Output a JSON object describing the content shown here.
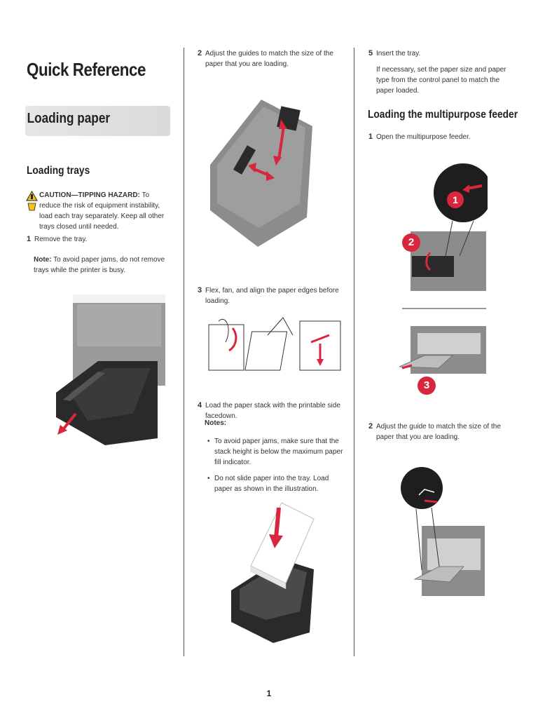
{
  "doc_title": "Quick Reference",
  "section_title": "Loading paper",
  "col1": {
    "heading": "Loading trays",
    "caution_label": "CAUTION—TIPPING HAZARD:",
    "caution_text": " To reduce the risk of equipment instability, load each tray separately. Keep all other trays closed until needed.",
    "step1_num": "1",
    "step1_text": "Remove the tray.",
    "note_label": "Note:",
    "note_text": " To avoid paper jams, do not remove trays while the printer is busy."
  },
  "col2": {
    "step2_num": "2",
    "step2_text": "Adjust the guides to match the size of the paper that you are loading.",
    "step3_num": "3",
    "step3_text": "Flex, fan, and align the paper edges before loading.",
    "step4_num": "4",
    "step4_text": "Load the paper stack with the printable side facedown.",
    "notes_label": "Notes:",
    "bullets": [
      "To avoid paper jams, make sure that the stack height is below the maximum paper fill indicator.",
      "Do not slide paper into the tray. Load paper as shown in the illustration."
    ]
  },
  "col3": {
    "step5_num": "5",
    "step5_text": "Insert the tray.",
    "step5_sub": "If necessary, set the paper size and paper type from the control panel to match the paper loaded.",
    "heading": "Loading the multipurpose feeder",
    "step1_num": "1",
    "step1_text": "Open the multipurpose feeder.",
    "callout_1": "1",
    "callout_2": "2",
    "callout_3": "3",
    "step2_num": "2",
    "step2_text": "Adjust the guide to match the size of the paper that you are loading."
  },
  "page_number": "1",
  "colors": {
    "accent_red": "#d7263d",
    "tray_dark": "#2a2a2a",
    "tray_gray": "#8c8c8c",
    "banner": "#e0e0e0"
  }
}
